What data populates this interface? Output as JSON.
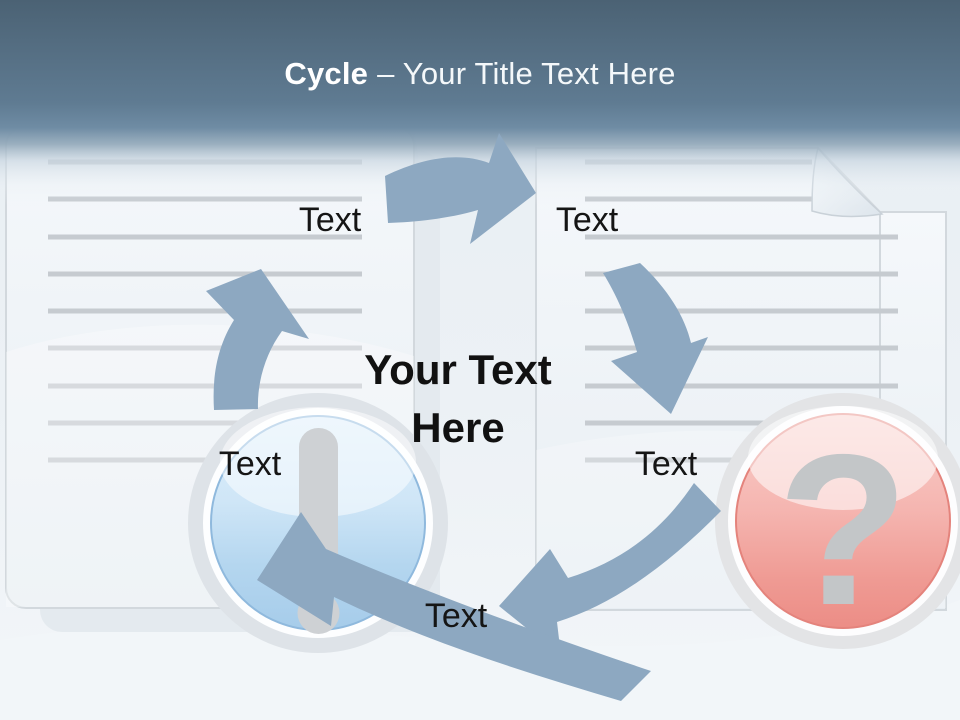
{
  "title": {
    "prefix": "Cycle",
    "rest": "– Your Title Text Here"
  },
  "center_text": {
    "line1": "Your Text",
    "line2": "Here"
  },
  "labels": {
    "top_left": "Text",
    "top_right": "Text",
    "right": "Text",
    "bottom": "Text",
    "left": "Text"
  },
  "icons": {
    "exclamation": "!",
    "question": "?"
  },
  "colors": {
    "header_top": "#4b6274",
    "header_bottom": "#6f8ca4",
    "arrow_blue": "#8da8c1",
    "paper_fill": "#f0f5f9",
    "paper_line_gray": "#c6cbd0",
    "blue_badge": "#b9d8f0",
    "red_badge": "#f0948e",
    "glyph_gray": "#c9cccf",
    "label_black": "#151515",
    "title_white": "#ffffff"
  }
}
